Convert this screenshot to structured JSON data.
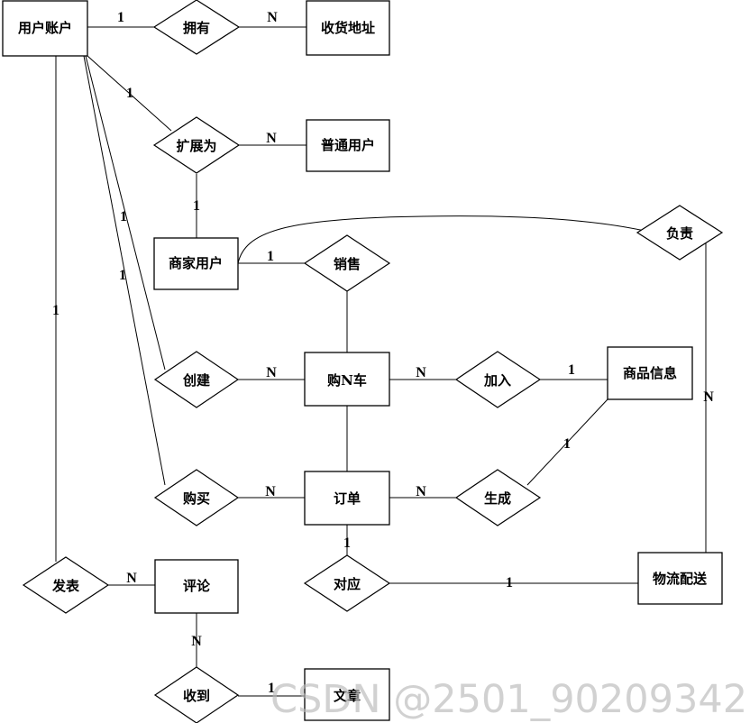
{
  "entities": {
    "user_account": "用户账户",
    "address": "收货地址",
    "normal_user": "普通用户",
    "merchant_user": "商家用户",
    "cart": "购N车",
    "product_info": "商品信息",
    "order": "订单",
    "logistics": "物流配送",
    "comment": "评论",
    "article": "文章"
  },
  "relations": {
    "own": "拥有",
    "extend": "扩展为",
    "sell": "销售",
    "responsible": "负责",
    "create": "创建",
    "join": "加入",
    "buy": "购买",
    "generate": "生成",
    "correspond": "对应",
    "publish": "发表",
    "receive": "收到"
  },
  "cardinality": {
    "one": "1",
    "many": "N"
  },
  "watermark": "CSDN @2501_90209342"
}
